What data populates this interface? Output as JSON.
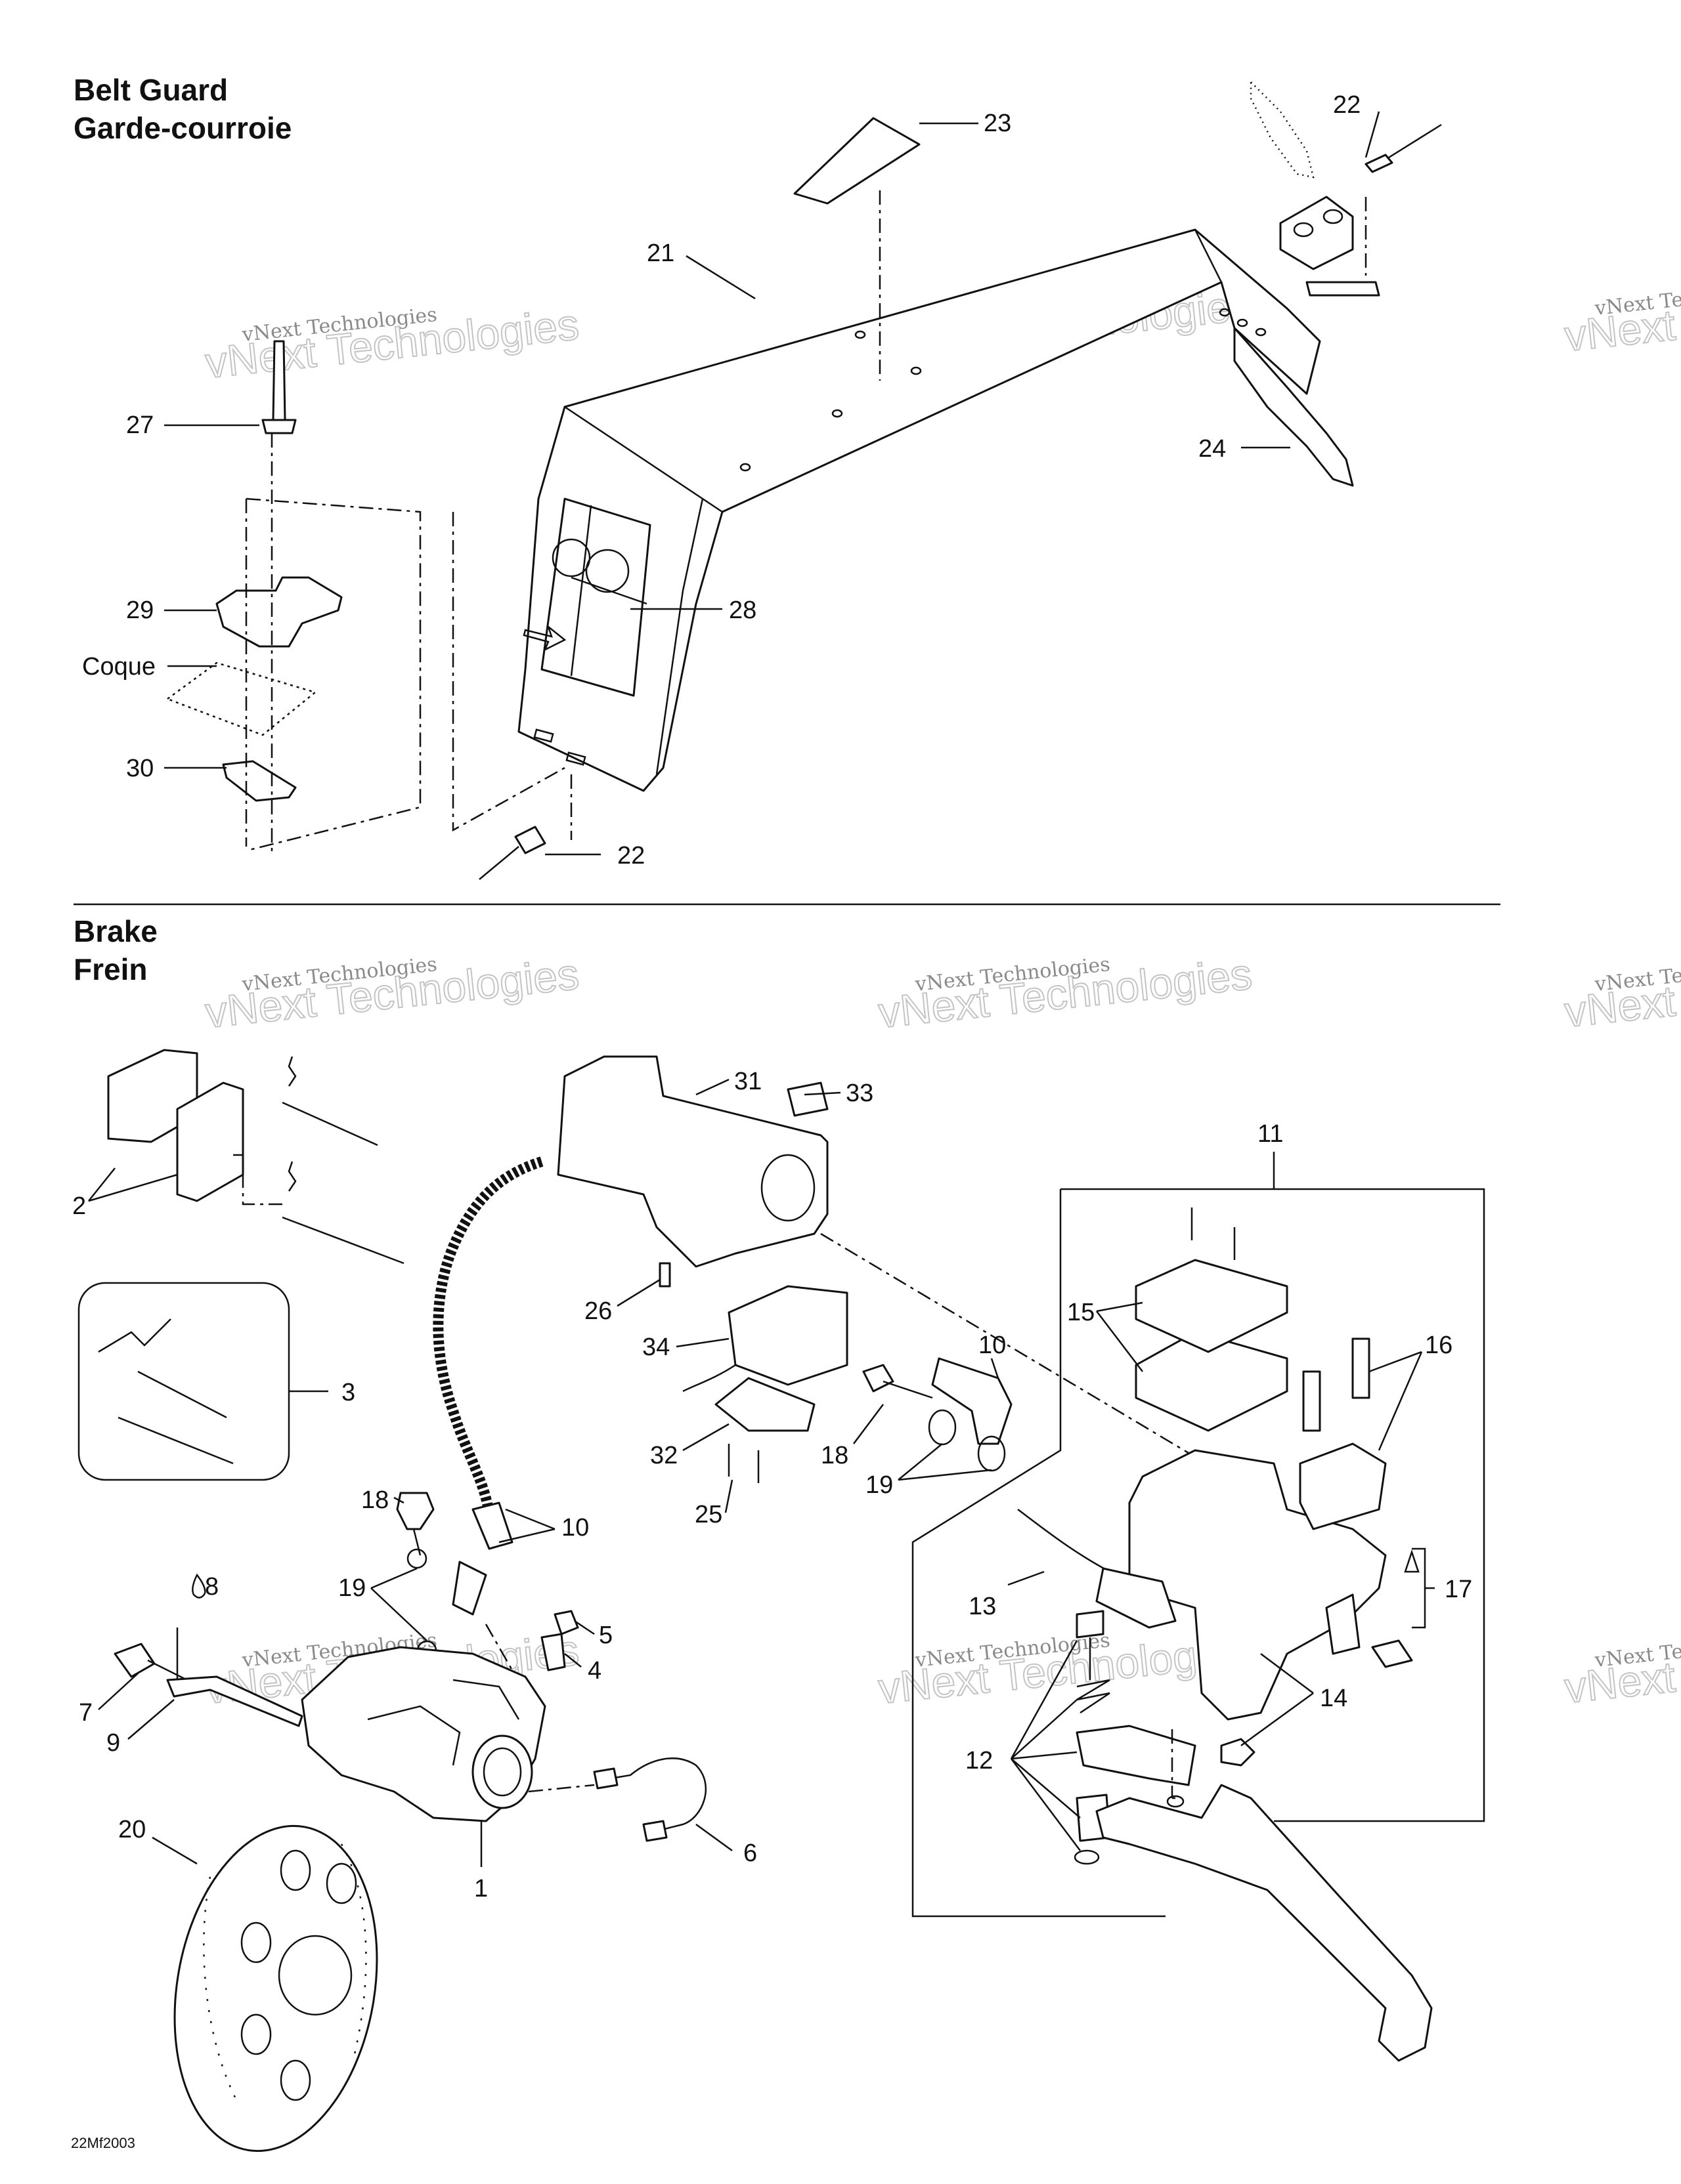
{
  "sections": {
    "belt_guard": {
      "title_en": "Belt Guard",
      "title_fr": "Garde-courroie"
    },
    "brake": {
      "title_en": "Brake",
      "title_fr": "Frein"
    }
  },
  "belt_guard_callouts": [
    "23",
    "22",
    "21",
    "27",
    "24",
    "29",
    "28",
    "Coque",
    "30",
    "22"
  ],
  "brake_callouts": [
    "31",
    "33",
    "11",
    "2",
    "26",
    "15",
    "16",
    "34",
    "10",
    "3",
    "32",
    "18",
    "19",
    "25",
    "18",
    "10",
    "17",
    "13",
    "19",
    "8",
    "5",
    "4",
    "14",
    "7",
    "9",
    "12",
    "6",
    "20",
    "1"
  ],
  "watermark": {
    "line1": "vNext Technologies",
    "line2": "vNext Technologies"
  },
  "reference_code": "22Mf2003",
  "colors": {
    "line": "#111111",
    "background": "#ffffff",
    "watermark": "#8a8a8a"
  }
}
